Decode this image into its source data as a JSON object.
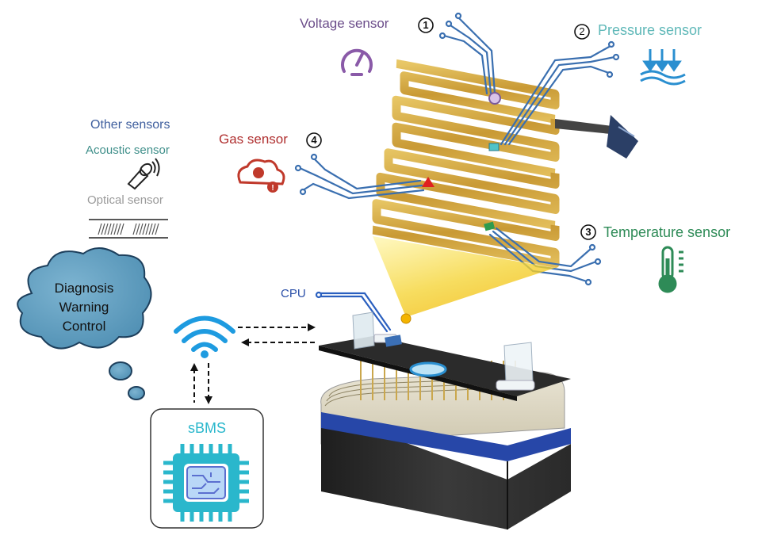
{
  "sensors": {
    "voltage": {
      "label": "Voltage sensor",
      "number": "1",
      "color": "#6b4d8a"
    },
    "pressure": {
      "label": "Pressure sensor",
      "number": "2",
      "color": "#5fb8b8"
    },
    "temperature": {
      "label": "Temperature sensor",
      "number": "3",
      "color": "#2e8b57"
    },
    "gas": {
      "label": "Gas sensor",
      "number": "4",
      "color": "#c0392b"
    }
  },
  "other_sensors": {
    "title": "Other sensors",
    "acoustic": "Acoustic sensor",
    "optical": "Optical sensor"
  },
  "cpu_label": "CPU",
  "cloud": {
    "line1": "Diagnosis",
    "line2": "Warning",
    "line3": "Control"
  },
  "sbms_label": "sBMS",
  "colors": {
    "wire": "#3a6fb0",
    "electrode_gold": "#d4ac47",
    "cloud": "#5b9bbd",
    "chip": "#2ab7cc",
    "battery": "#2a2a2a"
  },
  "icons": {
    "voltage": "gauge-icon",
    "pressure": "pressure-arrows-icon",
    "temperature": "thermometer-icon",
    "gas": "gas-cloud-icon",
    "acoustic": "microphone-icon",
    "optical": "optical-fiber-icon",
    "wifi": "wifi-icon",
    "sbms": "chip-icon"
  }
}
